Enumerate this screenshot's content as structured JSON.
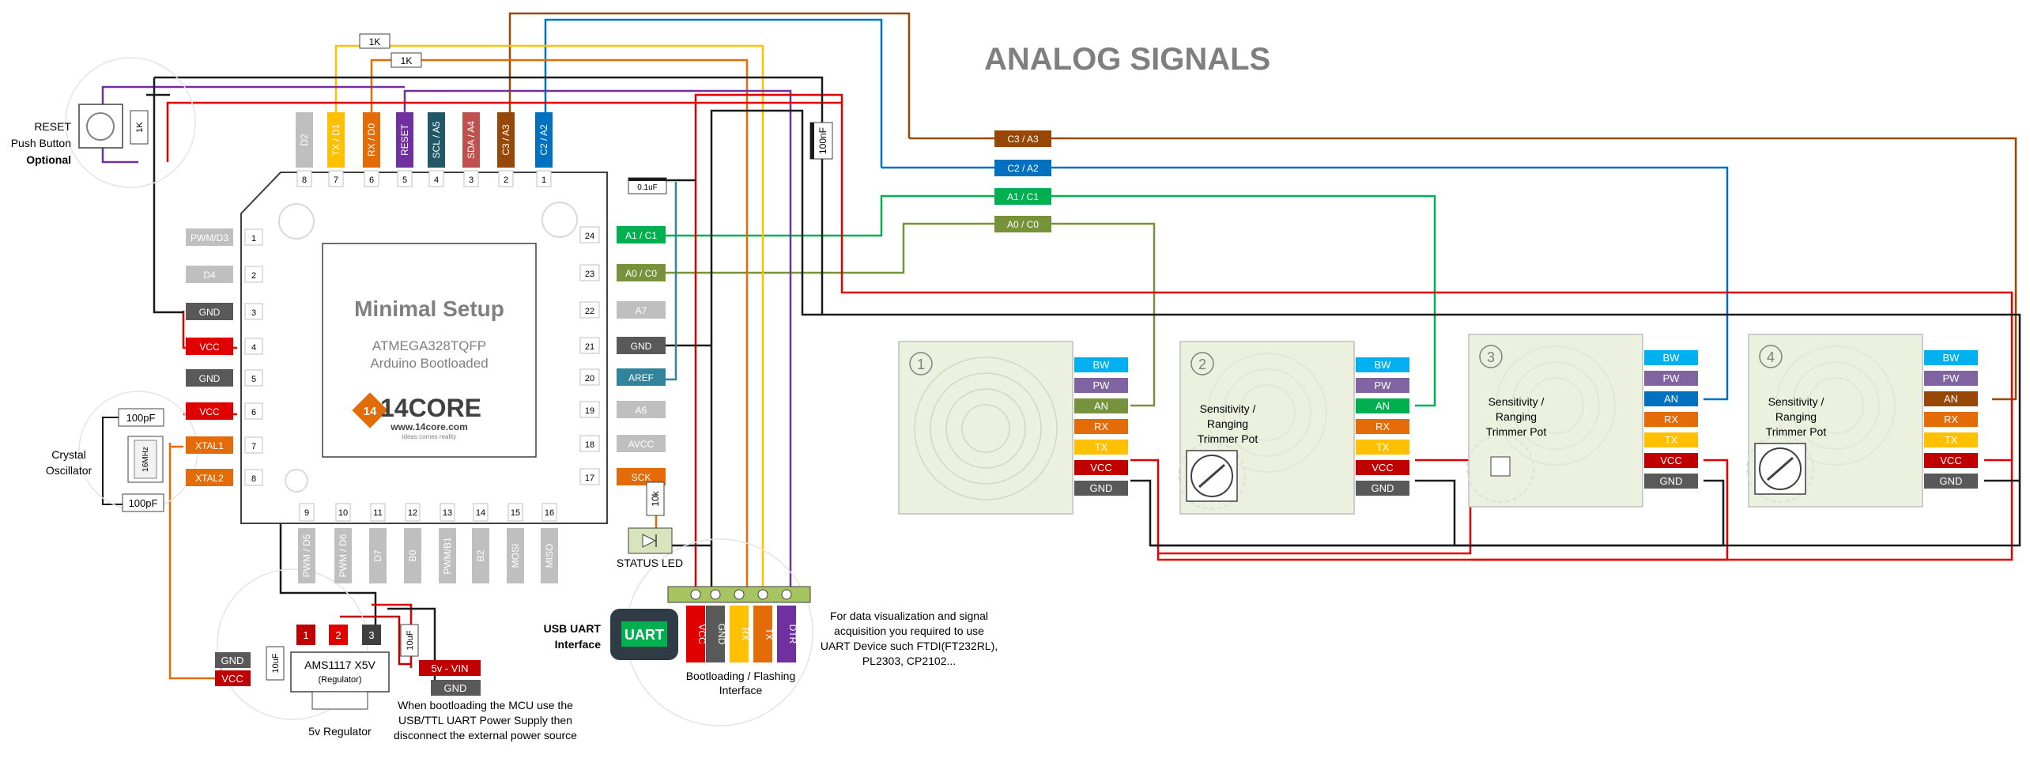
{
  "title": "ANALOG SIGNALS",
  "mcu": {
    "heading": "Minimal Setup",
    "chip": "ATMEGA328TQFP",
    "subtitle": "Arduino Bootloaded",
    "logo": "14CORE",
    "logo_url": "www.14core.com",
    "tagline": "ideas comes reality"
  },
  "pins_top": [
    {
      "num": "8",
      "label": "D2",
      "color": "#bfbfbf"
    },
    {
      "num": "7",
      "label": "TX / D1",
      "color": "#ffc000"
    },
    {
      "num": "6",
      "label": "RX / D0",
      "color": "#e36c09"
    },
    {
      "num": "5",
      "label": "RESET",
      "color": "#7030a0"
    },
    {
      "num": "4",
      "label": "SCL / A5",
      "color": "#215868"
    },
    {
      "num": "3",
      "label": "SDA / A4",
      "color": "#c0504d"
    },
    {
      "num": "2",
      "label": "C3 / A3",
      "color": "#984806"
    },
    {
      "num": "1",
      "label": "C2 / A2",
      "color": "#0070c0"
    }
  ],
  "pins_left": [
    {
      "num": "1",
      "label": "PWM/D3",
      "color": "#bfbfbf"
    },
    {
      "num": "2",
      "label": "D4",
      "color": "#bfbfbf"
    },
    {
      "num": "3",
      "label": "GND",
      "color": "#595959"
    },
    {
      "num": "4",
      "label": "VCC",
      "color": "#e00000"
    },
    {
      "num": "5",
      "label": "GND",
      "color": "#595959"
    },
    {
      "num": "6",
      "label": "VCC",
      "color": "#e00000"
    },
    {
      "num": "7",
      "label": "XTAL1",
      "color": "#e36c09"
    },
    {
      "num": "8",
      "label": "XTAL2",
      "color": "#e36c09"
    }
  ],
  "pins_right": [
    {
      "num": "24",
      "label": "A1 / C1",
      "color": "#00b050"
    },
    {
      "num": "23",
      "label": "A0 / C0",
      "color": "#76923c"
    },
    {
      "num": "22",
      "label": "A7",
      "color": "#bfbfbf"
    },
    {
      "num": "21",
      "label": "GND",
      "color": "#595959"
    },
    {
      "num": "20",
      "label": "AREF",
      "color": "#31849b"
    },
    {
      "num": "19",
      "label": "A6",
      "color": "#bfbfbf"
    },
    {
      "num": "18",
      "label": "AVCC",
      "color": "#bfbfbf"
    },
    {
      "num": "17",
      "label": "SCK",
      "color": "#e36c09"
    }
  ],
  "pins_bottom": [
    {
      "num": "9",
      "label": "PWM / D5",
      "color": "#bfbfbf"
    },
    {
      "num": "10",
      "label": "PWM / D6",
      "color": "#bfbfbf"
    },
    {
      "num": "11",
      "label": "D7",
      "color": "#bfbfbf"
    },
    {
      "num": "12",
      "label": "B0",
      "color": "#bfbfbf"
    },
    {
      "num": "13",
      "label": "PWM/B1",
      "color": "#bfbfbf"
    },
    {
      "num": "14",
      "label": "B2",
      "color": "#bfbfbf"
    },
    {
      "num": "15",
      "label": "MOSI",
      "color": "#bfbfbf"
    },
    {
      "num": "16",
      "label": "MISO",
      "color": "#bfbfbf"
    }
  ],
  "reset": {
    "line1": "RESET",
    "line2": "Push Button",
    "line3": "Optional",
    "resistor": "1K"
  },
  "resistors": {
    "r1": "1K",
    "r2": "1K",
    "r10k": "10k"
  },
  "capacitors": {
    "c100nf": "100nF",
    "c01uf": "0.1uF",
    "c100pf_a": "100pF",
    "c100pf_b": "100pF",
    "c10uf_a": "10uF",
    "c10uf_b": "10uF"
  },
  "crystal": {
    "label_line1": "Crystal",
    "label_line2": "Oscillator",
    "freq": "16MHz"
  },
  "status_led": "STATUS LED",
  "signal_labels": [
    "C3 / A3",
    "C2 / A2",
    "A1 / C1",
    "A0 / C0"
  ],
  "uart": {
    "title_line1": "USB UART",
    "title_line2": "Interface",
    "badge": "UART",
    "pins": [
      {
        "label": "VCC",
        "color": "#e00000"
      },
      {
        "label": "GND",
        "color": "#595959"
      },
      {
        "label": "RX",
        "color": "#ffc000"
      },
      {
        "label": "TX",
        "color": "#e36c09"
      },
      {
        "label": "DTR",
        "color": "#7030a0"
      }
    ],
    "caption_line1": "Bootloading / Flashing",
    "caption_line2": "Interface"
  },
  "note_uart": [
    "For data visualization and signal",
    "acquisition you required to use",
    "UART Device such FTDI(FT232RL),",
    "PL2303, CP2102..."
  ],
  "regulator": {
    "name": "AMS1117 X5V",
    "sub": "(Regulator)",
    "caption": "5v Regulator",
    "pins": [
      "1",
      "2",
      "3"
    ],
    "gnd_in": "GND",
    "vcc_in": "VCC",
    "vin_out": "5v - VIN",
    "gnd_out": "GND"
  },
  "note_power": [
    "When bootloading the MCU use the",
    "USB/TTL UART Power Supply then",
    "disconnect the external power source"
  ],
  "sensor_pins": [
    {
      "label": "BW",
      "color": "#00b0f0"
    },
    {
      "label": "PW",
      "color": "#8064a2"
    },
    {
      "label": "AN",
      "color": "#76923c"
    },
    {
      "label": "RX",
      "color": "#e36c09"
    },
    {
      "label": "TX",
      "color": "#ffc000"
    },
    {
      "label": "VCC",
      "color": "#c00000"
    },
    {
      "label": "GND",
      "color": "#595959"
    }
  ],
  "sensors": [
    {
      "num": "1",
      "an_color": "#76923c",
      "pot": ""
    },
    {
      "num": "2",
      "an_color": "#00b050",
      "pot": "Sensitivity / Ranging Trimmer Pot"
    },
    {
      "num": "3",
      "an_color": "#0070c0",
      "pot": "Sensitivity / Ranging Trimmer Pot"
    },
    {
      "num": "4",
      "an_color": "#984806",
      "pot": "Sensitivity / Ranging Trimmer Pot"
    }
  ]
}
